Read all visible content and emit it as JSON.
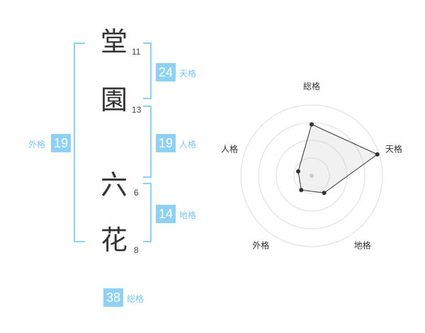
{
  "name": {
    "characters": [
      {
        "char": "堂",
        "strokes": "11"
      },
      {
        "char": "園",
        "strokes": "13"
      },
      {
        "char": "六",
        "strokes": "6"
      },
      {
        "char": "花",
        "strokes": "8"
      }
    ]
  },
  "fortunes": {
    "tenkaku": {
      "value": "24",
      "label": "天格"
    },
    "jinkaku": {
      "value": "19",
      "label": "人格"
    },
    "chikaku": {
      "value": "14",
      "label": "地格"
    },
    "gaikaku": {
      "value": "19",
      "label": "外格"
    },
    "soukaku": {
      "value": "38",
      "label": "総格"
    }
  },
  "colors": {
    "accent": "#8fd0f5",
    "text": "#333333"
  },
  "chart_data": {
    "type": "radar",
    "axes": [
      "総格",
      "天格",
      "地格",
      "外格",
      "人格"
    ],
    "levels": 4,
    "max": 4,
    "values": [
      2.9,
      3.9,
      1.2,
      1.0,
      0.8
    ]
  }
}
